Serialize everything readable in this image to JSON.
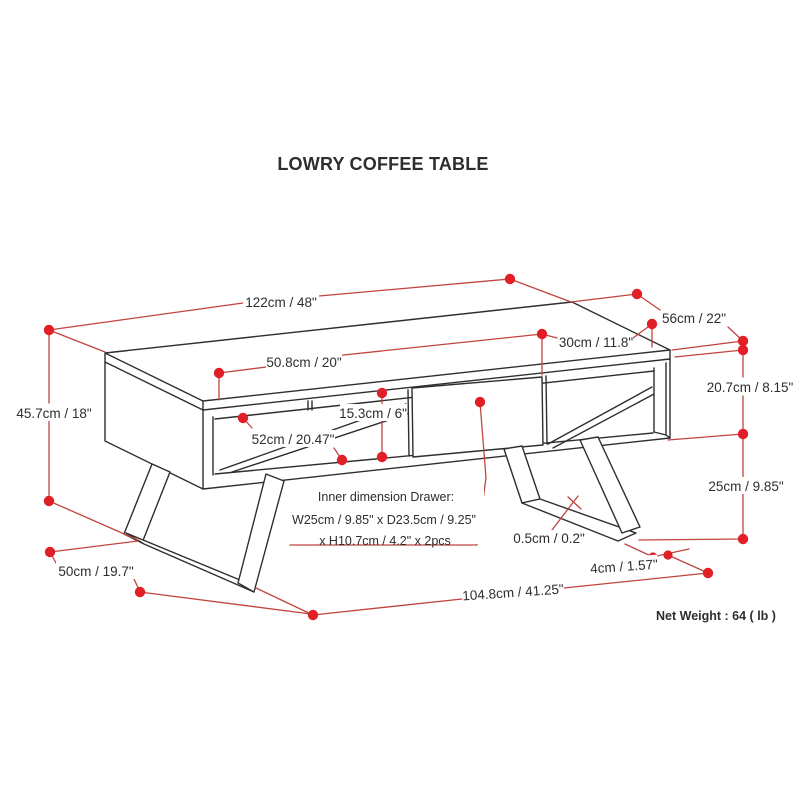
{
  "title": "LOWRY COFFEE TABLE",
  "labels": {
    "table_width": "122cm / 48\"",
    "table_depth": "56cm / 22\"",
    "table_height": "45.7cm / 18\"",
    "top_opening_width": "50.8cm / 20\"",
    "right_opening_width": "30cm / 11.8\"",
    "carcass_height": "20.7cm / 8.15\"",
    "opening_height": "15.3cm / 6\"",
    "left_opening_width": "52cm / 20.47\"",
    "leg_clearance": "25cm / 9.85\"",
    "leg_thickness": "0.5cm / 0.2\"",
    "foot_gap": "4cm / 1.57\"",
    "base_depth": "50cm / 19.7\"",
    "base_width": "104.8cm / 41.25\""
  },
  "drawer_note": {
    "line1": "Inner dimension Drawer:",
    "line2": "W25cm / 9.85\" x D23.5cm / 9.25\"",
    "line3": "x H10.7cm / 4.2\" x 2pcs"
  },
  "net_weight": "Net Weight : 64 ( lb )",
  "colors": {
    "dimension_line": "#c1443e",
    "marker_dot": "#e01f26",
    "drawing_line": "#2e2e2e",
    "label_text": "#2e2e2e",
    "background": "#ffffff"
  }
}
